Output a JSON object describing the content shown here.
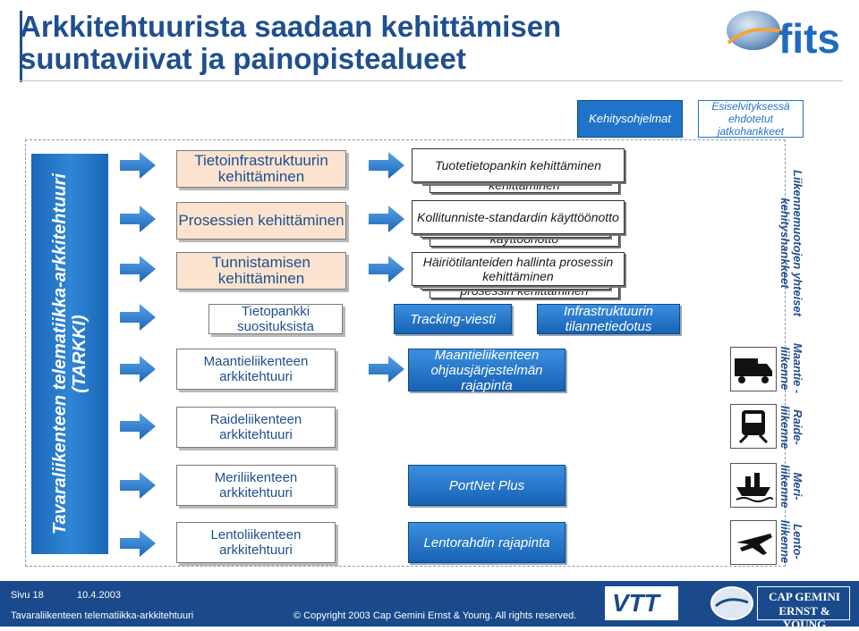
{
  "title_line1": "Arkkitehtuurista saadaan kehittämisen",
  "title_line2": "suuntaviivat ja painopistealueet",
  "logo_text": "fits",
  "vertical_title": "Tavaraliikenteen telematiikka-arkkitehtuuri (TARKKI)",
  "headers": {
    "kehitysohjelmat": "Kehitysohjelmat",
    "esiselvitys": "Esiselvityksessä ehdotetut jatkohankkeet"
  },
  "col2": [
    "Tietoinfrastruktuurin kehittäminen",
    "Prosessien kehittäminen",
    "Tunnistamisen kehittäminen",
    "Tietopankki suosituksista",
    "Maantieliikenteen arkkitehtuuri",
    "Raideliikenteen arkkitehtuuri",
    "Meriliikenteen arkkitehtuuri",
    "Lentoliikenteen arkkitehtuuri"
  ],
  "col3_stacks": [
    {
      "front": "Tuotetietopankin kehittäminen",
      "back": "kehittäminen"
    },
    {
      "front": "Kollitunniste-standardin käyttöönotto",
      "back": "käyttöönotto"
    },
    {
      "front": "Häiriötilanteiden hallinta prosessin kehittäminen",
      "back": "prosessin kehittäminen"
    }
  ],
  "col3_blue": [
    "Tracking-viesti",
    "Infrastruktuurin tilannetiedotus",
    "Maantieliikenteen ohjausjärjestelmän rajapinta",
    "PortNet Plus",
    "Lentorahdin rajapinta"
  ],
  "right_labels": [
    "Liikennemuotojen yhteiset kehityshankkeet",
    "Maantie -liikenne",
    "Raide- liikenne",
    "Meri- liikenne",
    "Lento- liikenne"
  ],
  "icons": [
    "truck-icon",
    "train-icon",
    "ship-icon",
    "airplane-icon"
  ],
  "footer": {
    "page": "Sivu 18",
    "date": "10.4.2003",
    "doc": "Tavaraliikenteen telematiikka-arkkitehtuuri",
    "copyright": "Copyright 2003 Cap Gemini Ernst & Young. All rights reserved.",
    "vtt": "VTT",
    "cgey_line1": "CAP GEMINI",
    "cgey_line2": "ERNST & YOUNG"
  },
  "colors": {
    "title": "#1f4f8f",
    "blue_box": "#1f74c9",
    "orange_box": "#fbe3cf",
    "footer": "#1a4a8c"
  }
}
